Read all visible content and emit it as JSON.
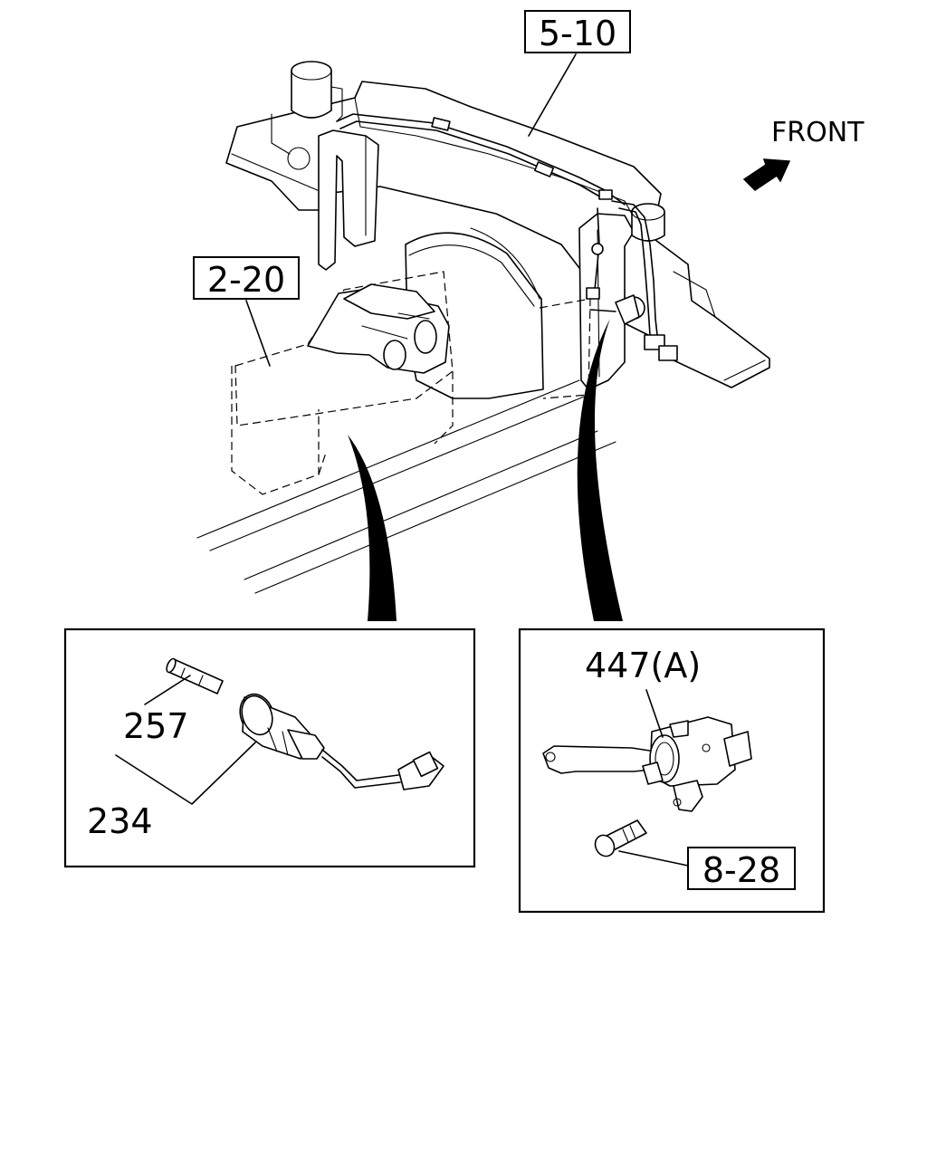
{
  "labels": {
    "ref_5_10": "5-10",
    "ref_2_20": "2-20",
    "front": "FRONT",
    "part_257": "257",
    "part_234": "234",
    "part_447a": "447(A)",
    "ref_8_28": "8-28"
  },
  "icons": {
    "front_arrow": "front-arrow-icon"
  },
  "colors": {
    "ink": "#000000",
    "paper": "#ffffff"
  }
}
